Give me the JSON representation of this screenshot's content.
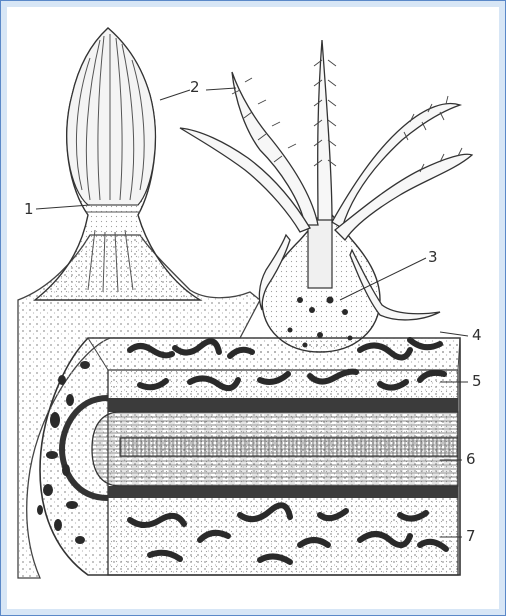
{
  "labels": {
    "l1": "1",
    "l2": "2",
    "l3": "3",
    "l4": "4",
    "l5": "5",
    "l6": "6",
    "l7": "7"
  },
  "colors": {
    "frame_border": "#5a88c8",
    "frame_bg": "#d7e6f6",
    "panel_bg": "#ffffff",
    "ink": "#3a3a3a",
    "stipple": "#b9b9b9"
  }
}
